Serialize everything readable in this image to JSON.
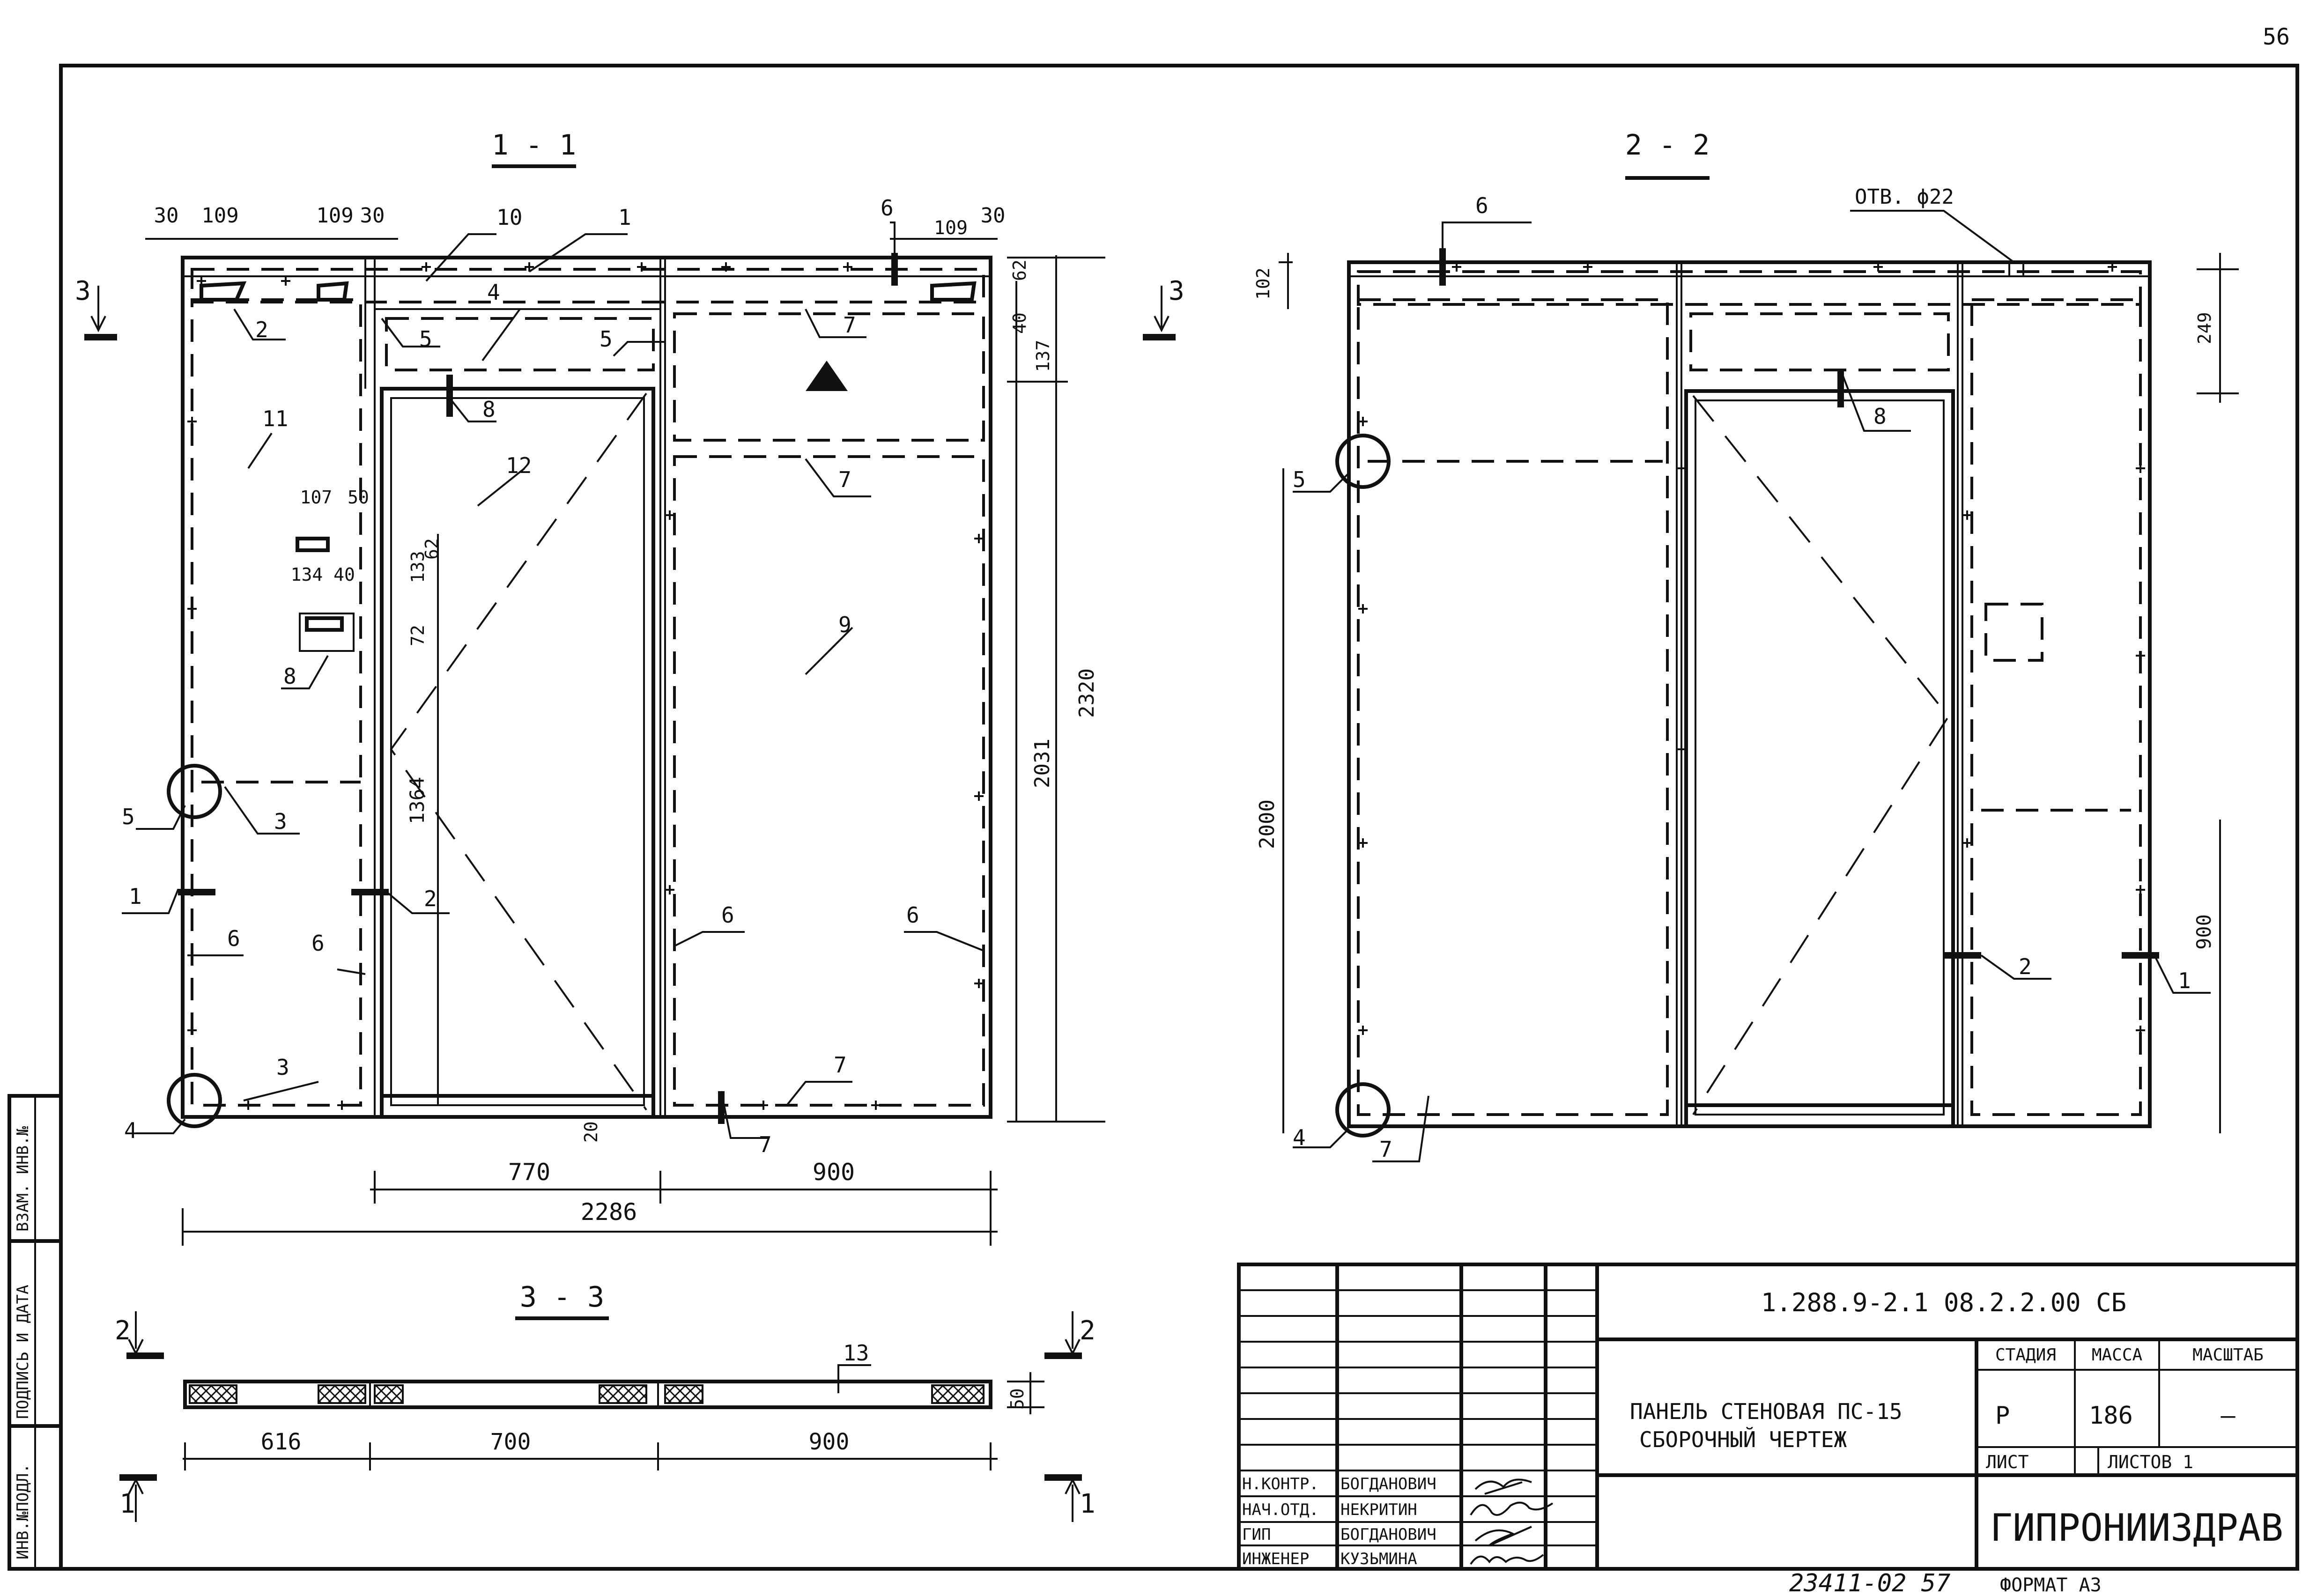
{
  "page_number": "56",
  "frame": {
    "side_labels": [
      "ИНВ.№ПОДЛ.",
      "ПОДПИСЬ И ДАТА",
      "ВЗАМ. ИНВ.№"
    ]
  },
  "section_1_1": {
    "title": "1 - 1",
    "cut_mark_left": "3",
    "cut_mark_right": "3",
    "dims_top": [
      "30",
      "109",
      "109",
      "30",
      "109",
      "30"
    ],
    "dims_vertical_right": [
      "62",
      "40",
      "137",
      "2031",
      "2320"
    ],
    "dims_interior": [
      "107",
      "50",
      "134",
      "40",
      "133",
      "62",
      "72",
      "1364",
      "20"
    ],
    "dims_bottom": [
      "770",
      "900",
      "2286"
    ],
    "callouts": [
      "10",
      "1",
      "6",
      "2",
      "5",
      "4",
      "5",
      "7",
      "8",
      "11",
      "12",
      "7",
      "9",
      "8",
      "5",
      "3",
      "1",
      "2",
      "6",
      "6",
      "6",
      "6",
      "3",
      "4",
      "7",
      "7"
    ]
  },
  "section_2_2": {
    "title": "2 - 2",
    "hole_label": "ОТВ. ϕ22",
    "dims": [
      "102",
      "249",
      "2000",
      "900"
    ],
    "callouts": [
      "6",
      "8",
      "5",
      "2",
      "1",
      "4",
      "7"
    ]
  },
  "section_3_3": {
    "title": "3 - 3",
    "cut_mark_left": "2",
    "cut_mark_right": "2",
    "cut_mark_bottom_left": "1",
    "cut_mark_bottom_right": "1",
    "dims": [
      "616",
      "700",
      "900",
      "50"
    ],
    "callout": "13"
  },
  "title_block": {
    "document_code": "1.288.9-2.1 08.2.2.00 СБ",
    "title_line1": "ПАНЕЛЬ СТЕНОВАЯ ПС-15",
    "title_line2": "СБОРОЧНЫЙ ЧЕРТЕЖ",
    "headers": {
      "stage": "СТАДИЯ",
      "mass": "МАССА",
      "scale": "МАСШТАБ"
    },
    "values": {
      "stage": "Р",
      "mass": "186",
      "scale": "–"
    },
    "sheet_label": "ЛИСТ",
    "sheets_label": "ЛИСТОВ 1",
    "organization": "ГИПРОНИИЗДРАВ",
    "people": [
      {
        "role": "Н.КОНТР.",
        "name": "БОГДАНОВИЧ"
      },
      {
        "role": "НАЧ.ОТД.",
        "name": "НЕКРИТИН"
      },
      {
        "role": "ГИП",
        "name": "БОГДАНОВИЧ"
      },
      {
        "role": "ИНЖЕНЕР",
        "name": "КУЗЬМИНА"
      }
    ]
  },
  "footer": {
    "archive_number": "23411-02 57",
    "format": "ФОРМАТ А3"
  }
}
